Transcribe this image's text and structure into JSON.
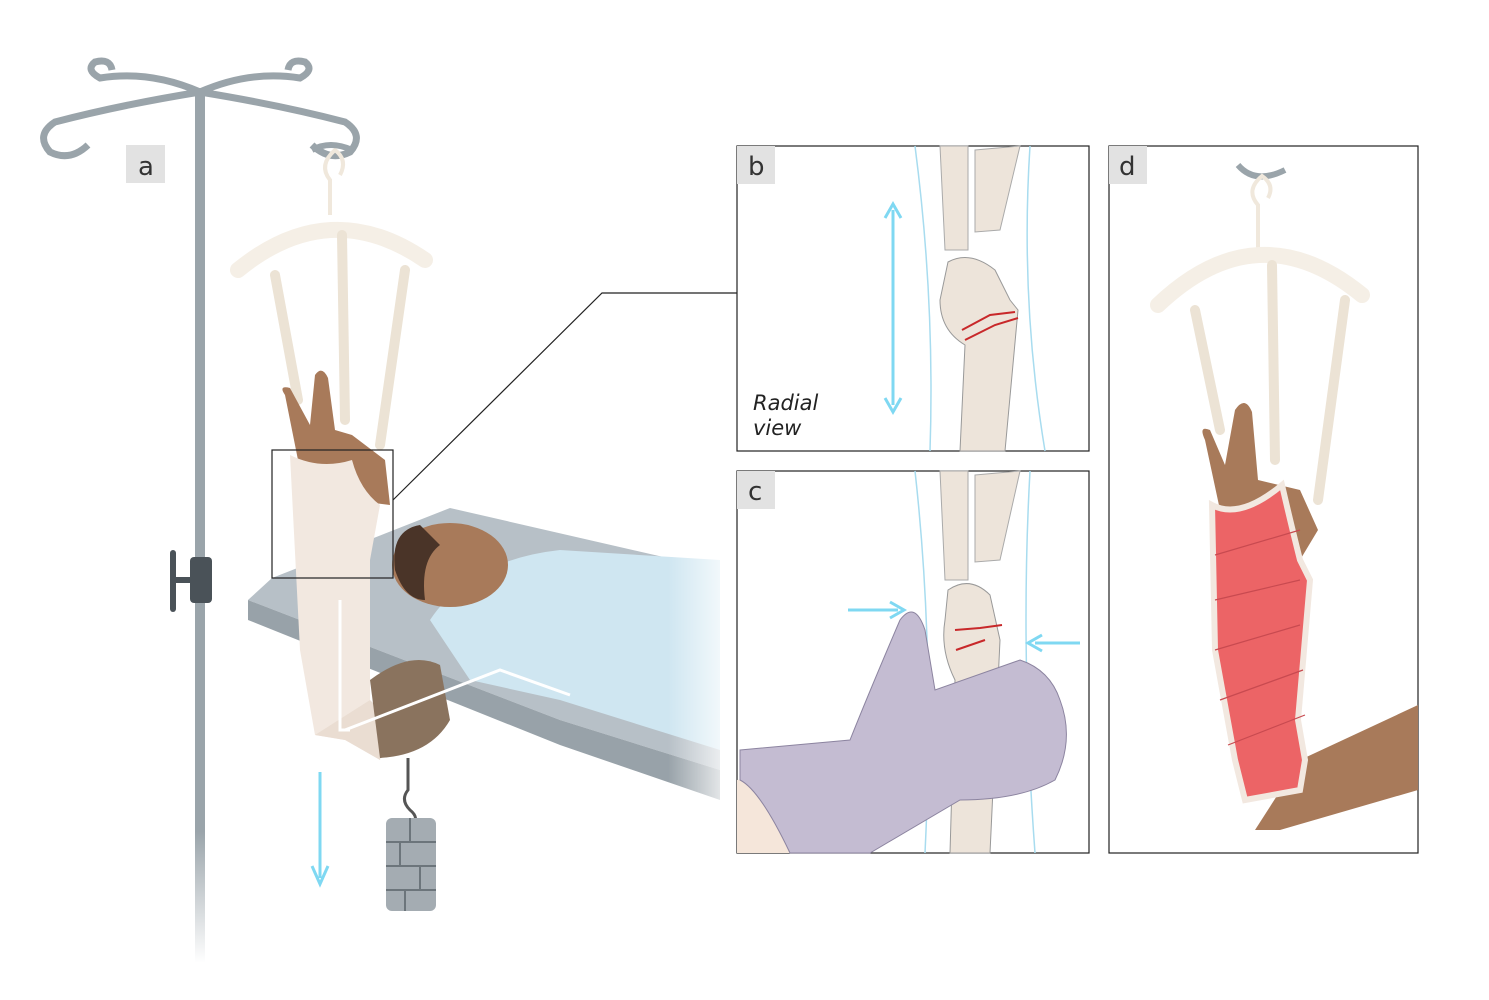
{
  "panels": {
    "a": {
      "label": "a"
    },
    "b": {
      "label": "b",
      "caption_line1": "Radial",
      "caption_line2": "view"
    },
    "c": {
      "label": "c"
    },
    "d": {
      "label": "d"
    }
  },
  "colors": {
    "pole": "#9aa4aa",
    "arrow": "#7fd8f2",
    "skin": "#a87a5a",
    "cast_padding": "#f2e8e0",
    "cast": "#ec6466",
    "gown": "#cfe6f1",
    "glove": "#c4bcd2",
    "bone": "#ede4da",
    "fracture": "#c8282a"
  }
}
